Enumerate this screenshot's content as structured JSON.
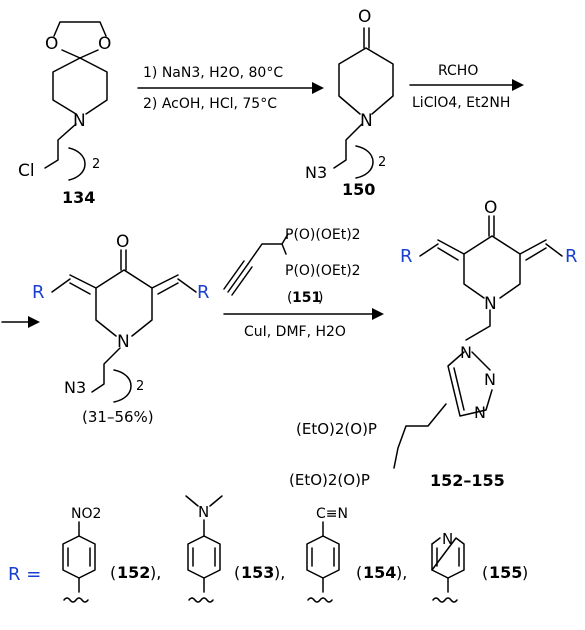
{
  "compounds": {
    "c134": "134",
    "c150": "150",
    "c151": "151",
    "c152_155": "152–155",
    "c152": "152",
    "c153": "153",
    "c154": "154",
    "c155": "155"
  },
  "reagents": {
    "step1_line1": "1) NaN3, H2O, 80°C",
    "step1_line2": "2) AcOH, HCl, 75°C",
    "step2_above": "RCHO",
    "step2_below": "LiClO4, Et2NH",
    "step3_below": "CuI, DMF, H2O"
  },
  "yield": "(31–56%)",
  "atoms": {
    "O": "O",
    "N": "N",
    "Cl": "Cl",
    "R": "R",
    "N3": "N3",
    "subscript_2": "2",
    "phosphonate": "P(O)(OEt)2",
    "phosphonate_left": "(EtO)2(O)P",
    "NO2": "NO2",
    "CN": "C≡N"
  },
  "r_definition": "R =",
  "colors": {
    "r_group": "#1a3fcf"
  }
}
